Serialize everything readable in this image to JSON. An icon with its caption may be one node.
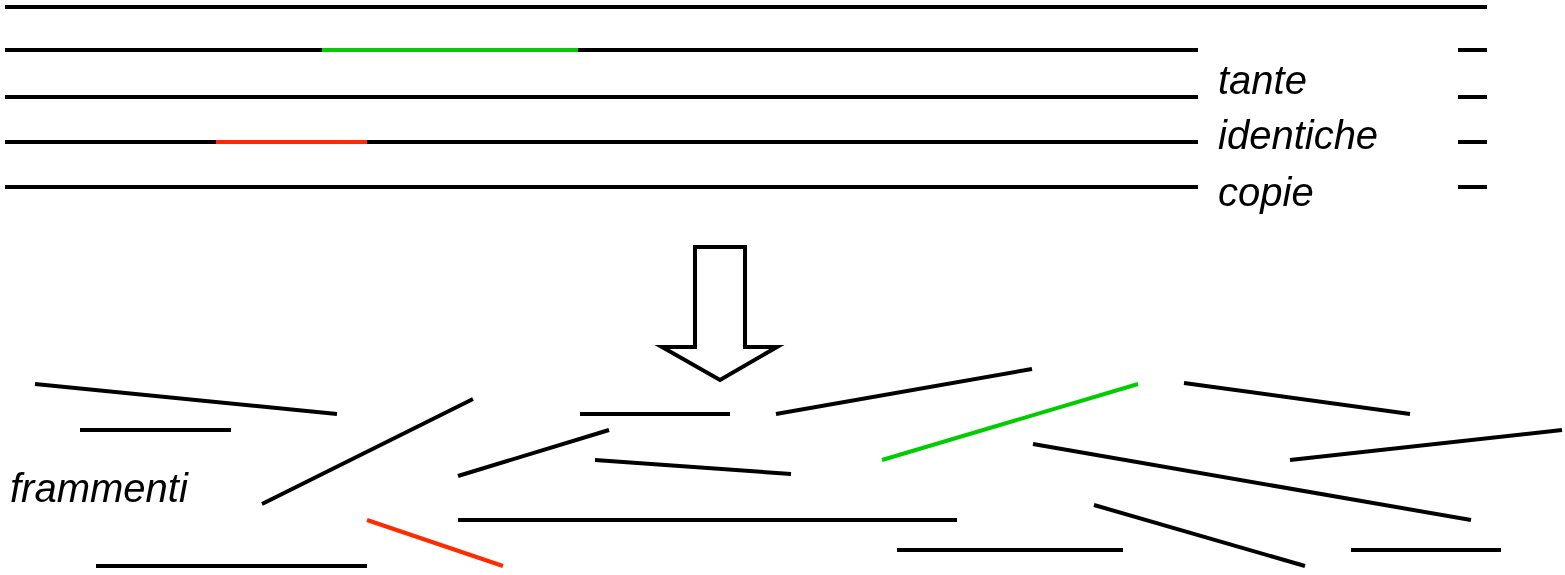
{
  "diagram": {
    "labels": [
      "tante",
      "identiche",
      "copie",
      "frammenti"
    ]
  }
}
